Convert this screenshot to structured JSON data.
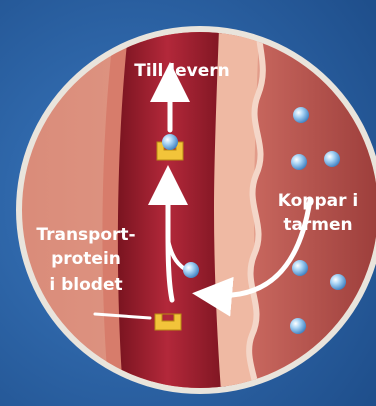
{
  "labels": {
    "liver": "Till levern",
    "copper_line1": "Koppar i",
    "copper_line2": "tarmen",
    "transport_line1": "Transport-",
    "transport_line2": "protein",
    "transport_line3": "i blodet"
  },
  "colors": {
    "background": "#2a5d9c",
    "vessel": "#9b1d2a",
    "copper_ball": "#8cc2ee",
    "transport_protein": "#f2c43a",
    "label_text": "#ffffff"
  }
}
